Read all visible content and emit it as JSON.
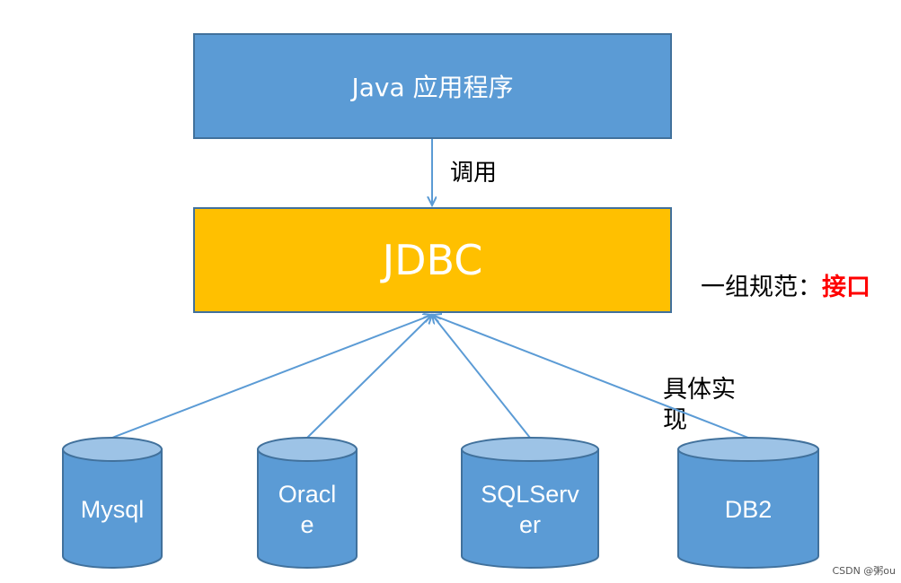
{
  "boxes": {
    "java_app": "Java 应用程序",
    "jdbc": "JDBC"
  },
  "labels": {
    "call": "调用",
    "spec_prefix": "一组规范：",
    "spec_highlight": "接口",
    "impl": "具体实现"
  },
  "databases": [
    {
      "lines": [
        "Mysql"
      ]
    },
    {
      "lines": [
        "Oracl",
        "e"
      ]
    },
    {
      "lines": [
        "SQLServ",
        "er"
      ]
    },
    {
      "lines": [
        "DB2"
      ]
    }
  ],
  "watermark": "CSDN @粥ou",
  "colors": {
    "box_blue": "#5b9bd5",
    "box_border": "#41719c",
    "jdbc_yellow": "#ffc000",
    "arrow": "#5b9bd5",
    "accent_red": "#ff0000"
  }
}
